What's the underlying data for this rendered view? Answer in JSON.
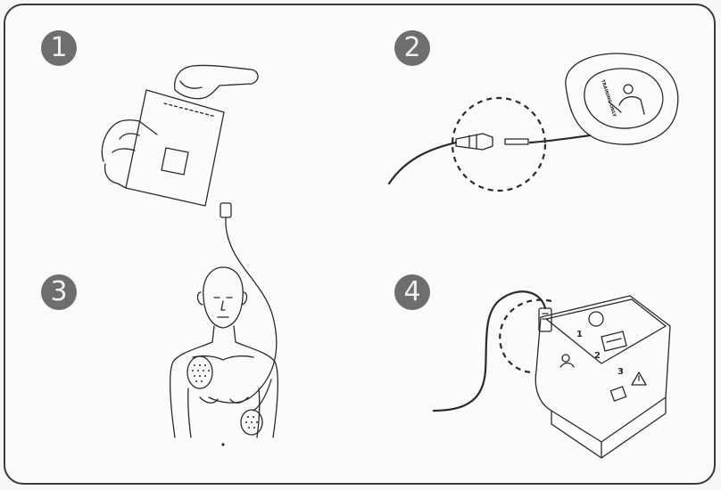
{
  "steps": [
    {
      "number": "1",
      "icon": "open-pad-package-icon"
    },
    {
      "number": "2",
      "icon": "connect-pad-connector-icon"
    },
    {
      "number": "3",
      "icon": "place-pads-on-chest-icon"
    },
    {
      "number": "4",
      "icon": "plug-into-aed-icon"
    }
  ],
  "pad_label": "TRAINING ONLY",
  "device_step_numbers": [
    "1",
    "2",
    "3"
  ],
  "colors": {
    "badge": "#6e6e6e",
    "line": "#2a2a2a",
    "frame": "#3a3a3a"
  }
}
